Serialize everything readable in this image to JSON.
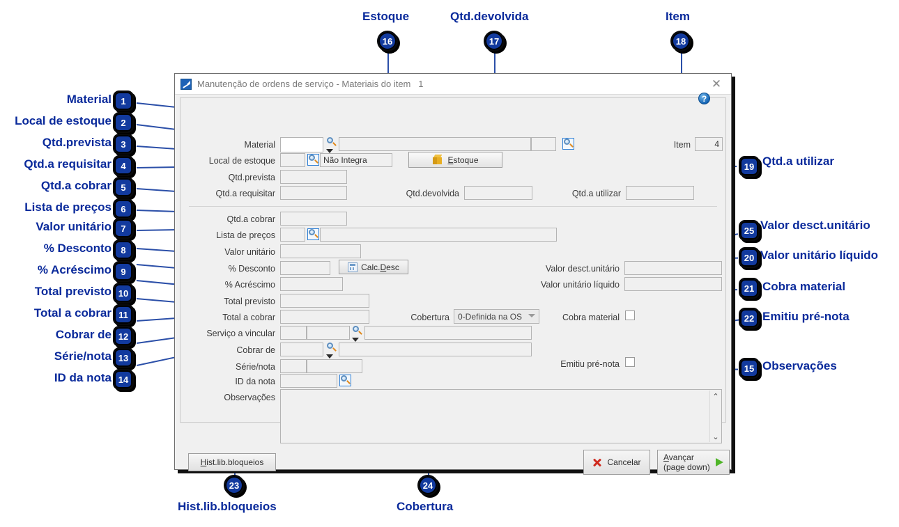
{
  "window": {
    "title": "Manutenção de ordens de serviço - Materiais do item",
    "title_number": "1",
    "close_label": "✕",
    "icon": "app-arrow-icon",
    "help_label": "?"
  },
  "form": {
    "material": {
      "label": "Material",
      "code": "",
      "desc": "",
      "extra": "",
      "lookup": "search-icon"
    },
    "local_estoque": {
      "label": "Local de estoque",
      "code": "",
      "value": "Não Integra"
    },
    "estoque_button": {
      "label": "Estoque",
      "icon": "box-icon"
    },
    "item": {
      "label": "Item",
      "value": "4"
    },
    "qtd_prevista": {
      "label": "Qtd.prevista",
      "value": ""
    },
    "qtd_a_requisitar": {
      "label": "Qtd.a requisitar",
      "value": ""
    },
    "qtd_devolvida": {
      "label": "Qtd.devolvida",
      "value": ""
    },
    "qtd_a_utilizar": {
      "label": "Qtd.a utilizar",
      "value": ""
    },
    "qtd_a_cobrar": {
      "label": "Qtd.a cobrar",
      "value": ""
    },
    "lista_precos": {
      "label": "Lista de preços",
      "code": "",
      "desc": ""
    },
    "valor_unitario": {
      "label": "Valor unitário",
      "value": ""
    },
    "pct_desconto": {
      "label": "% Desconto",
      "value": ""
    },
    "calc_desc_button": {
      "label": "Calc.Desc",
      "icon": "calculator-icon"
    },
    "pct_acrescimo": {
      "label": "% Acréscimo",
      "value": ""
    },
    "total_previsto": {
      "label": "Total previsto",
      "value": ""
    },
    "total_a_cobrar": {
      "label": "Total a cobrar",
      "value": ""
    },
    "valor_desct_unitario": {
      "label": "Valor desct.unitário",
      "value": ""
    },
    "valor_unitario_liquido": {
      "label": "Valor unitário líquido",
      "value": ""
    },
    "cobertura": {
      "label": "Cobertura",
      "value": "0-Definida na OS"
    },
    "cobra_material": {
      "label": "Cobra material",
      "checked": false
    },
    "emitiu_pre_nota": {
      "label": "Emitiu pré-nota",
      "checked": false
    },
    "servico_a_vincular": {
      "label": "Serviço a vincular",
      "code": "",
      "sub": "",
      "desc": ""
    },
    "cobrar_de": {
      "label": "Cobrar de",
      "code": "",
      "desc": ""
    },
    "serie_nota": {
      "label": "Série/nota",
      "serie": "",
      "nota": ""
    },
    "id_da_nota": {
      "label": "ID da nota",
      "value": ""
    },
    "observacoes": {
      "label": "Observações",
      "value": ""
    }
  },
  "footer": {
    "hist_button": {
      "label": "Hist.lib.bloqueios"
    },
    "cancel_button": {
      "label": "Cancelar",
      "icon": "red-x-icon"
    },
    "advance_button": {
      "line1": "Avançar",
      "line2": "(page down)",
      "icon": "green-arrow-icon"
    }
  },
  "annotations": {
    "left": [
      {
        "n": "1",
        "label": "Material"
      },
      {
        "n": "2",
        "label": "Local de estoque"
      },
      {
        "n": "3",
        "label": "Qtd.prevista"
      },
      {
        "n": "4",
        "label": "Qtd.a requisitar"
      },
      {
        "n": "5",
        "label": "Qtd.a cobrar"
      },
      {
        "n": "6",
        "label": "Lista de preços"
      },
      {
        "n": "7",
        "label": "Valor unitário"
      },
      {
        "n": "8",
        "label": "% Desconto"
      },
      {
        "n": "9",
        "label": "% Acréscimo"
      },
      {
        "n": "10",
        "label": "Total previsto"
      },
      {
        "n": "11",
        "label": "Total a cobrar"
      },
      {
        "n": "12",
        "label": "Cobrar de"
      },
      {
        "n": "13",
        "label": "Série/nota"
      },
      {
        "n": "14",
        "label": "ID da nota"
      }
    ],
    "top": [
      {
        "n": "16",
        "label": "Estoque"
      },
      {
        "n": "17",
        "label": "Qtd.devolvida"
      },
      {
        "n": "18",
        "label": "Item"
      }
    ],
    "right": [
      {
        "n": "19",
        "label": "Qtd.a utilizar"
      },
      {
        "n": "25",
        "label": "Valor desct.unitário"
      },
      {
        "n": "20",
        "label": "Valor unitário líquido"
      },
      {
        "n": "21",
        "label": "Cobra material"
      },
      {
        "n": "22",
        "label": "Emitiu pré-nota"
      },
      {
        "n": "15",
        "label": "Observações"
      }
    ],
    "bottom": [
      {
        "n": "23",
        "label": "Hist.lib.bloqueios"
      },
      {
        "n": "24",
        "label": "Cobertura"
      }
    ]
  },
  "colors": {
    "accent": "#123a9e",
    "label_text": "#0a2a9b",
    "leader": "#2b4fa8"
  }
}
